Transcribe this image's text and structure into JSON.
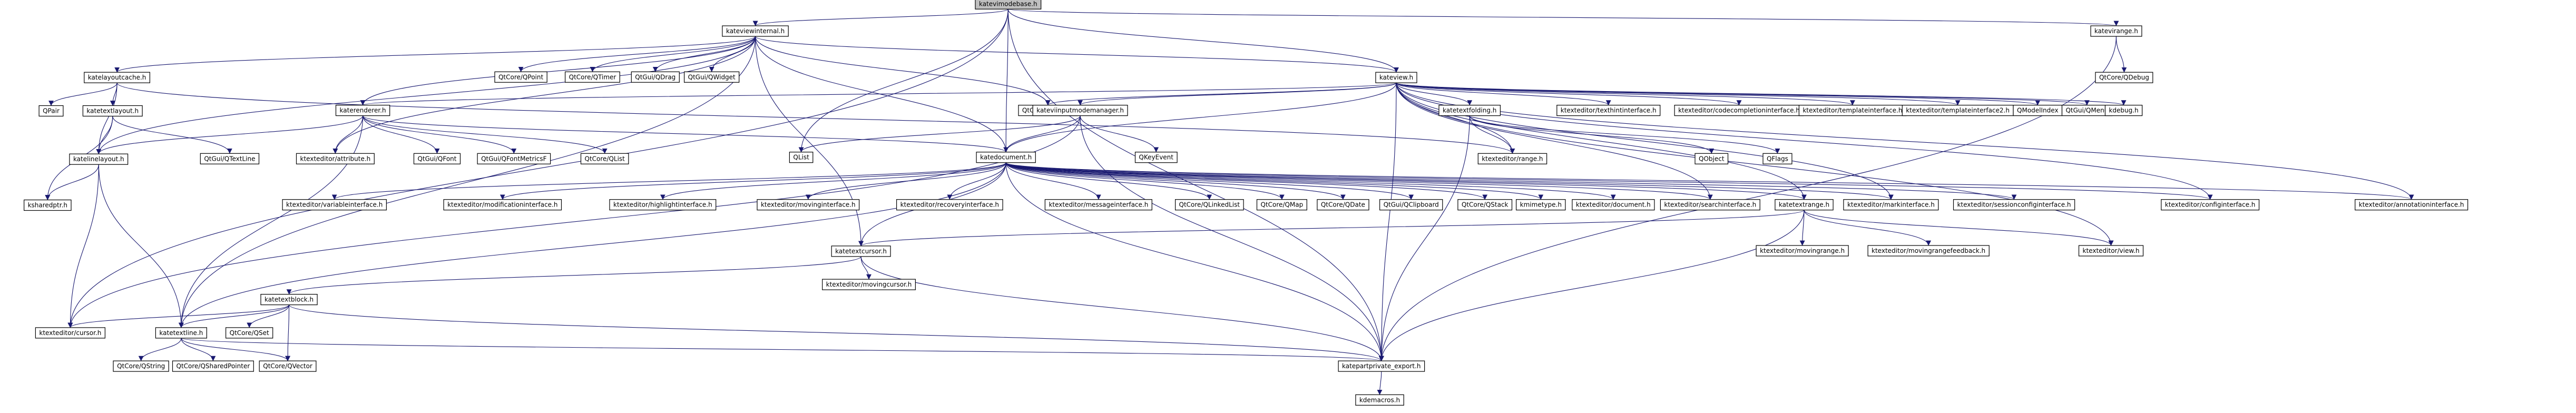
{
  "diagram": {
    "colors": {
      "edge": "#191970",
      "node_fill": "#ffffff",
      "root_fill": "#bfbfbf",
      "node_stroke": "#000000"
    },
    "nodes": [
      {
        "id": "katemodebase",
        "label": "katevimodebase.h",
        "root": true
      },
      {
        "id": "kateviewinternal",
        "label": "kateviewinternal.h"
      },
      {
        "id": "katevirange",
        "label": "katevirange.h"
      },
      {
        "id": "katelayoutcache",
        "label": "katelayoutcache.h"
      },
      {
        "id": "kateview",
        "label": "kateview.h"
      },
      {
        "id": "qcore_qdebug",
        "label": "QtCore/QDebug"
      },
      {
        "id": "qpair",
        "label": "QPair"
      },
      {
        "id": "katetextlayout",
        "label": "katetextlayout.h"
      },
      {
        "id": "katerenderer",
        "label": "katerenderer.h"
      },
      {
        "id": "qcore_qpoint",
        "label": "QtCore/QPoint"
      },
      {
        "id": "qcore_qtimer",
        "label": "QtCore/QTimer"
      },
      {
        "id": "qgui_qdrag",
        "label": "QtGui/QDrag"
      },
      {
        "id": "qgui_qwidget",
        "label": "QtGui/QWidget"
      },
      {
        "id": "qcore_qpointer",
        "label": "QtCore/QPointer"
      },
      {
        "id": "kateviinputmodemanager",
        "label": "kateviinputmodemanager.h"
      },
      {
        "id": "katetextfolding",
        "label": "katetextfolding.h"
      },
      {
        "id": "ktexteditor_texthint",
        "label": "ktexteditor/texthintinterface.h"
      },
      {
        "id": "ktexteditor_codecompletion",
        "label": "ktexteditor/codecompletioninterface.h"
      },
      {
        "id": "ktexteditor_template",
        "label": "ktexteditor/templateinterface.h"
      },
      {
        "id": "ktexteditor_template2",
        "label": "ktexteditor/templateinterface2.h"
      },
      {
        "id": "qmodelindex",
        "label": "QModelIndex"
      },
      {
        "id": "qgui_qmenu",
        "label": "QtGui/QMenu"
      },
      {
        "id": "kdebug",
        "label": "kdebug.h"
      },
      {
        "id": "katelinelayout",
        "label": "katelinelayout.h"
      },
      {
        "id": "qgui_qtextline",
        "label": "QtGui/QTextLine"
      },
      {
        "id": "ktexteditor_attribute",
        "label": "ktexteditor/attribute.h"
      },
      {
        "id": "qgui_qfont",
        "label": "QtGui/QFont"
      },
      {
        "id": "qgui_qfontmetricsf",
        "label": "QtGui/QFontMetricsF"
      },
      {
        "id": "qcore_qlist",
        "label": "QtCore/QList"
      },
      {
        "id": "qlist",
        "label": "QList"
      },
      {
        "id": "katedocument",
        "label": "katedocument.h"
      },
      {
        "id": "qkeyevent",
        "label": "QKeyEvent"
      },
      {
        "id": "ktexteditor_range",
        "label": "ktexteditor/range.h"
      },
      {
        "id": "qobject",
        "label": "QObject"
      },
      {
        "id": "qflags",
        "label": "QFlags"
      },
      {
        "id": "ksharedptr",
        "label": "ksharedptr.h"
      },
      {
        "id": "ktexteditor_variable",
        "label": "ktexteditor/variableinterface.h"
      },
      {
        "id": "ktexteditor_modification",
        "label": "ktexteditor/modificationinterface.h"
      },
      {
        "id": "ktexteditor_highlight",
        "label": "ktexteditor/highlightinterface.h"
      },
      {
        "id": "ktexteditor_moving",
        "label": "ktexteditor/movinginterface.h"
      },
      {
        "id": "ktexteditor_recovery",
        "label": "ktexteditor/recoveryinterface.h"
      },
      {
        "id": "ktexteditor_message",
        "label": "ktexteditor/messageinterface.h"
      },
      {
        "id": "qcore_qlinkedlist",
        "label": "QtCore/QLinkedList"
      },
      {
        "id": "qcore_qmap",
        "label": "QtCore/QMap"
      },
      {
        "id": "qcore_qdate",
        "label": "QtCore/QDate"
      },
      {
        "id": "qgui_qclipboard",
        "label": "QtGui/QClipboard"
      },
      {
        "id": "qcore_qstack",
        "label": "QtCore/QStack"
      },
      {
        "id": "kmimetype",
        "label": "kmimetype.h"
      },
      {
        "id": "ktexteditor_document",
        "label": "ktexteditor/document.h"
      },
      {
        "id": "ktexteditor_search",
        "label": "ktexteditor/searchinterface.h"
      },
      {
        "id": "katetextrange",
        "label": "katetextrange.h"
      },
      {
        "id": "ktexteditor_markinterface",
        "label": "ktexteditor/markinterface.h"
      },
      {
        "id": "ktexteditor_sessionconfig",
        "label": "ktexteditor/sessionconfiginterface.h"
      },
      {
        "id": "ktexteditor_configinterface",
        "label": "ktexteditor/configinterface.h"
      },
      {
        "id": "ktexteditor_annotation",
        "label": "ktexteditor/annotationinterface.h"
      },
      {
        "id": "katetextcursor",
        "label": "katetextcursor.h"
      },
      {
        "id": "ktexteditor_movingrange",
        "label": "ktexteditor/movingrange.h"
      },
      {
        "id": "ktexteditor_movingrangefeedback",
        "label": "ktexteditor/movingrangefeedback.h"
      },
      {
        "id": "ktexteditor_view",
        "label": "ktexteditor/view.h"
      },
      {
        "id": "ktexteditor_movingcursor",
        "label": "ktexteditor/movingcursor.h"
      },
      {
        "id": "katetextblock",
        "label": "katetextblock.h"
      },
      {
        "id": "ktexteditor_cursor",
        "label": "ktexteditor/cursor.h"
      },
      {
        "id": "katetextline",
        "label": "katetextline.h"
      },
      {
        "id": "qcore_qset",
        "label": "QtCore/QSet"
      },
      {
        "id": "qcore_qstring",
        "label": "QtCore/QString"
      },
      {
        "id": "qcore_qsharedpointer",
        "label": "QtCore/QSharedPointer"
      },
      {
        "id": "qcore_qvector",
        "label": "QtCore/QVector"
      },
      {
        "id": "katepartprivate_export",
        "label": "katepartprivate_export.h"
      },
      {
        "id": "kdemacros",
        "label": "kdemacros.h"
      }
    ]
  }
}
